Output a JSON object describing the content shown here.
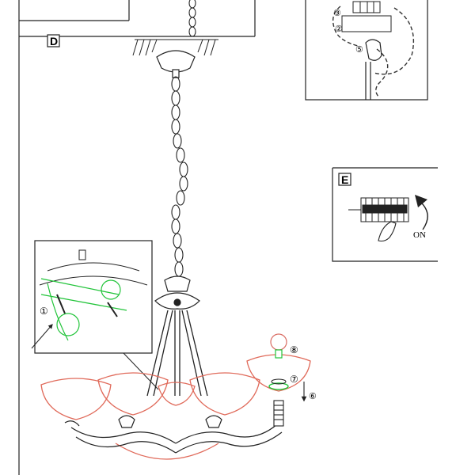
{
  "panels": {
    "d": {
      "letter": "D"
    },
    "e": {
      "letter": "E",
      "switch_label": "ON"
    }
  },
  "steps": {
    "s1": "①",
    "s2": "②",
    "s3": "③",
    "s5": "⑤",
    "s6": "6",
    "s7": "⑦",
    "s8": "⑧"
  },
  "colors": {
    "line": "#222222",
    "shade_outline": "#e06a5a",
    "bulb_outline": "#d96b62",
    "highlight_green": "#22c43a",
    "wire_dash": "#333333"
  }
}
